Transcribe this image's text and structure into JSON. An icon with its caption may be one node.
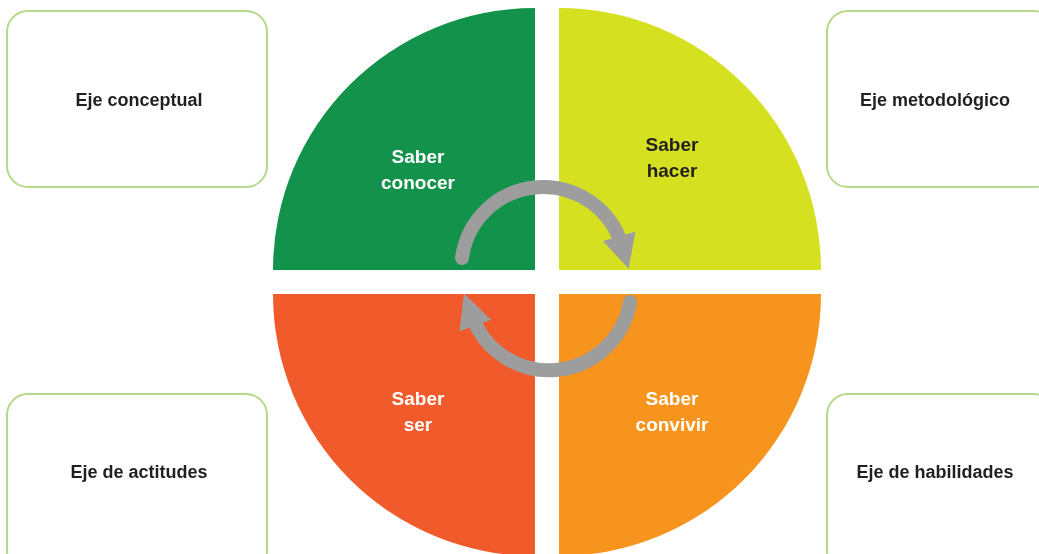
{
  "diagram": {
    "nodes": [
      {
        "text": [
          "Eje conceptual"
        ]
      },
      {
        "text": [
          "Saber conocer"
        ]
      },
      {
        "text": [
          "Saber hacer"
        ]
      },
      {
        "text": [
          "Eje metodológico"
        ]
      },
      {
        "text": [
          "Saber ser"
        ]
      },
      {
        "text": [
          "Saber convivir"
        ]
      },
      {
        "text": [
          "Eje de actitudes"
        ]
      },
      {
        "text": [
          "Eje de habilidades"
        ]
      }
    ],
    "edges": [
      {
        "from": 1,
        "to": 2,
        "arrow": "to"
      },
      {
        "from": 5,
        "to": 4,
        "arrow": "to"
      }
    ]
  }
}
